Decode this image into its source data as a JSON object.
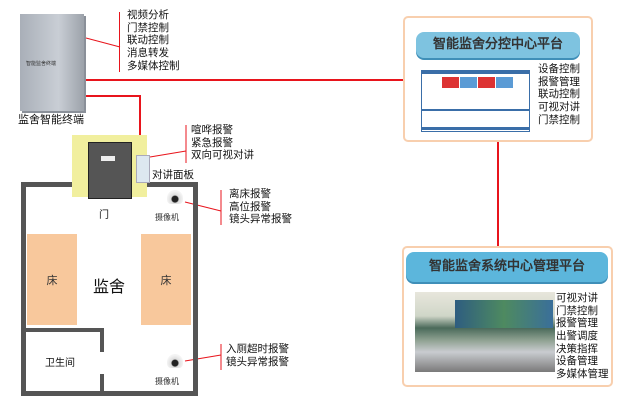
{
  "terminal": {
    "label": "监舍智能终端",
    "device_text": "智能监舍终端",
    "features": [
      "视频分析",
      "门禁控制",
      "联动控制",
      "消息转发",
      "多媒体控制"
    ]
  },
  "intercom": {
    "label": "对讲面板",
    "features": [
      "喧哗报警",
      "紧急报警",
      "双向可视对讲"
    ]
  },
  "room": {
    "name": "监舍",
    "door": "门",
    "bed_left": "床",
    "bed_right": "床",
    "bathroom": "卫生间"
  },
  "camera_top": {
    "label": "摄像机",
    "features": [
      "离床报警",
      "高位报警",
      "镜头异常报警"
    ]
  },
  "camera_bottom": {
    "label": "摄像机",
    "features": [
      "入厕超时报警",
      "镜头异常报警"
    ]
  },
  "branch_platform": {
    "title": "智能监舍分控中心平台",
    "features": [
      "设备控制",
      "报警管理",
      "联动控制",
      "可视对讲",
      "门禁控制"
    ]
  },
  "central_platform": {
    "title": "智能监舍系统中心管理平台",
    "features": [
      "可视对讲",
      "门禁控制",
      "报警管理",
      "出警调度",
      "决策指挥",
      "设备管理",
      "多媒体管理"
    ]
  },
  "colors": {
    "line": "#e8141c",
    "pill": "#7ec3e0",
    "bed": "#f8c89c",
    "box_border": "#f8cfae"
  }
}
